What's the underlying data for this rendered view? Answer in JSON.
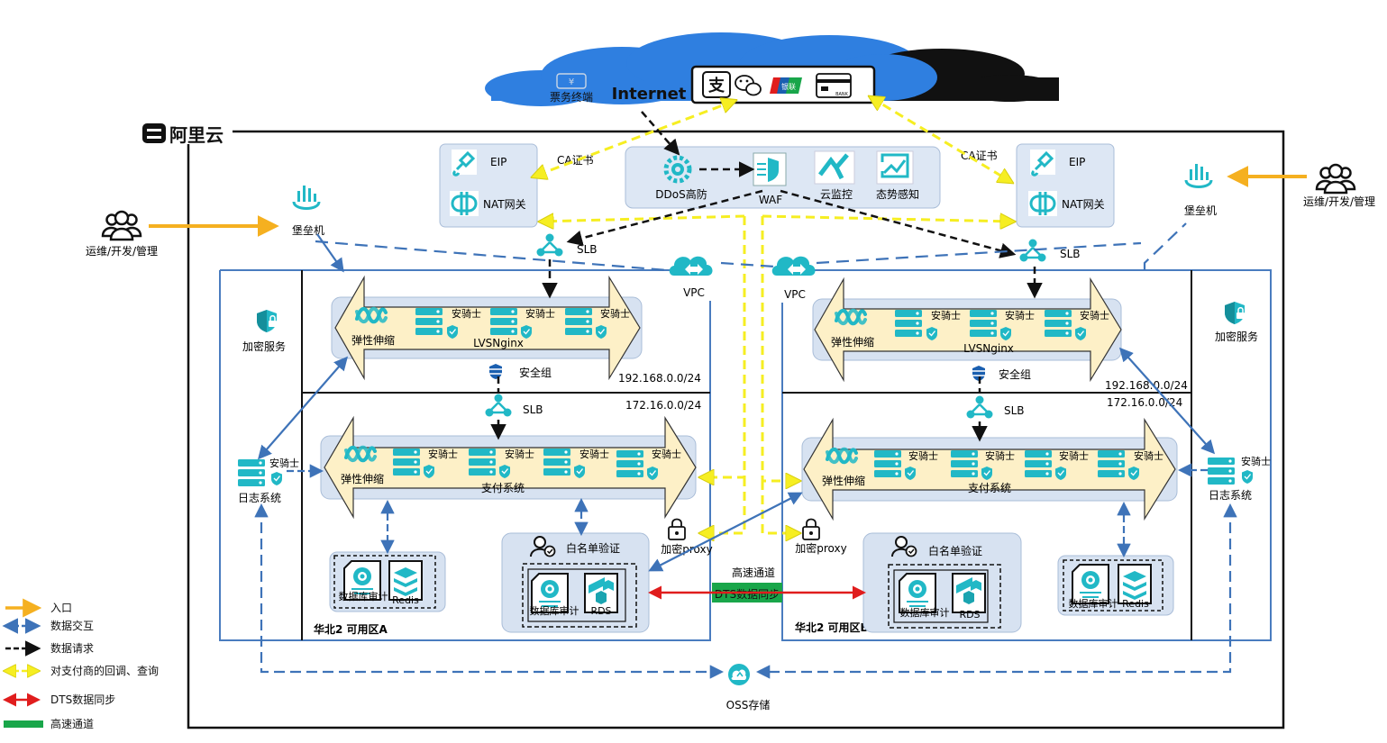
{
  "internet": {
    "label": "Internet",
    "ticket_terminal": "票务终端",
    "pay_icons": [
      "alipay-icon",
      "wechat-icon",
      "unionpay-icon",
      "bank-card-icon"
    ],
    "unionpay_text": "银联",
    "bank_text": "BANK"
  },
  "brand": {
    "name": "阿里云"
  },
  "security": {
    "ddos": "DDoS高防",
    "waf": "WAF",
    "monitor": "云监控",
    "situation": "态势感知"
  },
  "edge": {
    "eip": "EIP",
    "nat": "NAT网关",
    "ca_cert": "CA证书"
  },
  "ops": {
    "label": "运维/开发/管理",
    "bastion": "堡垒机"
  },
  "network": {
    "slb": "SLB",
    "vpc": "VPC",
    "subnet_top": "192.168.0.0/24",
    "subnet_bottom": "172.16.0.0/24",
    "security_group": "安全组"
  },
  "services": {
    "elastic": "弹性伸缩",
    "agent": "安骑士",
    "lvs": "LVSNginx",
    "payment": "支付系统",
    "encrypt": "加密服务",
    "log": "日志系统",
    "whitelist": "白名单验证",
    "db_audit": "数据库审计",
    "rds": "RDS",
    "redis": "Redis",
    "encrypt_proxy": "加密proxy",
    "oss": "OSS存储"
  },
  "zones": {
    "a": "华北2 可用区A",
    "b": "华北2 可用区B"
  },
  "sync": {
    "channel": "高速通道",
    "dts": "DTS数据同步"
  },
  "legend": [
    {
      "label": "入口",
      "color": "#f5b020",
      "style": "arrow"
    },
    {
      "label": "数据交互",
      "color": "#3e73b8",
      "style": "dash-double"
    },
    {
      "label": "数据请求",
      "color": "#111111",
      "style": "dash"
    },
    {
      "label": "对支付商的回调、查询",
      "color": "#f6ee22",
      "style": "dash-double"
    },
    {
      "label": "DTS数据同步",
      "color": "#e01d1d",
      "style": "double"
    },
    {
      "label": "高速通道",
      "color": "#19a64a",
      "style": "bar"
    }
  ],
  "colors": {
    "cloud": "#2f7fe0",
    "teal": "#21b8c6",
    "frame": "#4a7cbf",
    "panel": "#dde7f4",
    "band": "#fdf0c7"
  }
}
